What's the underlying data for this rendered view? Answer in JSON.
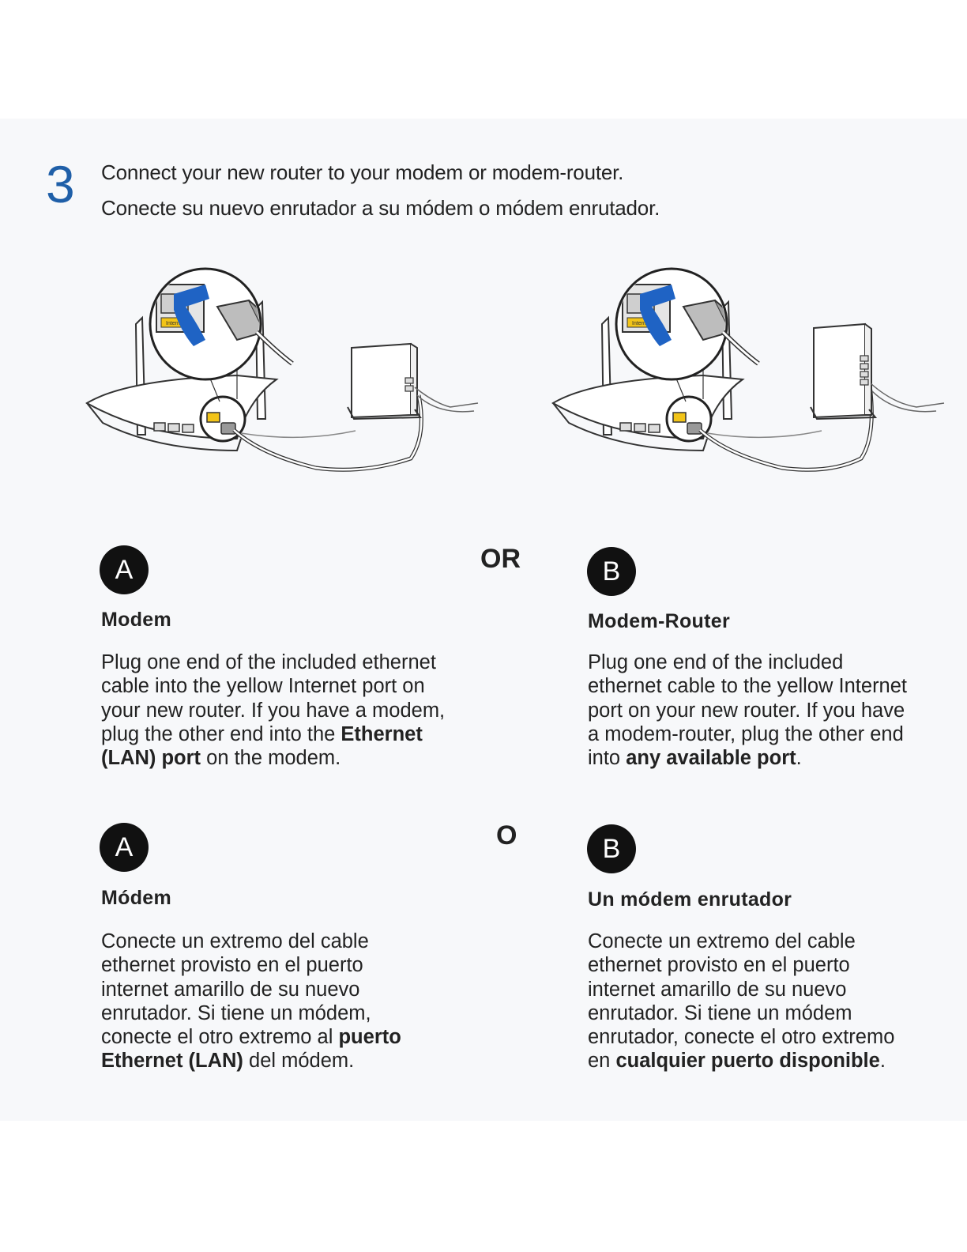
{
  "step": {
    "number": "3",
    "line_en": "Connect your new router to your modem or modem-router.",
    "line_es": "Conecte su nuevo enrutador a su módem o módem enrutador."
  },
  "english": {
    "or_label": "OR",
    "a": {
      "badge": "A",
      "heading": "Modem",
      "lines": [
        [
          {
            "t": "Plug one end of the included ethernet"
          }
        ],
        [
          {
            "t": "cable into the yellow Internet port on"
          }
        ],
        [
          {
            "t": "your new router. If you have a modem,"
          }
        ],
        [
          {
            "t": "plug the other end into the "
          },
          {
            "t": "Ethernet",
            "b": true
          }
        ],
        [
          {
            "t": "(LAN) port",
            "b": true
          },
          {
            "t": " on the modem."
          }
        ]
      ]
    },
    "b": {
      "badge": "B",
      "heading": "Modem-Router",
      "lines": [
        [
          {
            "t": "Plug one end of the included"
          }
        ],
        [
          {
            "t": "ethernet cable to the yellow Internet"
          }
        ],
        [
          {
            "t": "port on your new router. If you have"
          }
        ],
        [
          {
            "t": "a modem-router, plug the other end"
          }
        ],
        [
          {
            "t": "into "
          },
          {
            "t": "any available port",
            "b": true
          },
          {
            "t": "."
          }
        ]
      ]
    }
  },
  "spanish": {
    "or_label": "O",
    "a": {
      "badge": "A",
      "heading": "Módem",
      "lines": [
        [
          {
            "t": "Conecte un extremo del cable"
          }
        ],
        [
          {
            "t": "ethernet provisto en el puerto"
          }
        ],
        [
          {
            "t": "internet amarillo de su nuevo"
          }
        ],
        [
          {
            "t": "enrutador. Si tiene un módem,"
          }
        ],
        [
          {
            "t": "conecte el otro extremo al "
          },
          {
            "t": "puerto",
            "b": true
          }
        ],
        [
          {
            "t": "Ethernet (LAN)",
            "b": true
          },
          {
            "t": " del módem."
          }
        ]
      ]
    },
    "b": {
      "badge": "B",
      "heading": "Un módem enrutador",
      "lines": [
        [
          {
            "t": "Conecte un extremo del cable"
          }
        ],
        [
          {
            "t": "ethernet provisto en el puerto"
          }
        ],
        [
          {
            "t": "internet amarillo de su nuevo"
          }
        ],
        [
          {
            "t": "enrutador. Si tiene un módem"
          }
        ],
        [
          {
            "t": "enrutador, conecte el otro extremo"
          }
        ],
        [
          {
            "t": "en "
          },
          {
            "t": "cualquier puerto disponible",
            "b": true
          },
          {
            "t": "."
          }
        ]
      ]
    }
  },
  "illustration": {
    "port_label": "Internet",
    "arrow_color": "#1f63c4",
    "port_color": "#f2c418"
  }
}
